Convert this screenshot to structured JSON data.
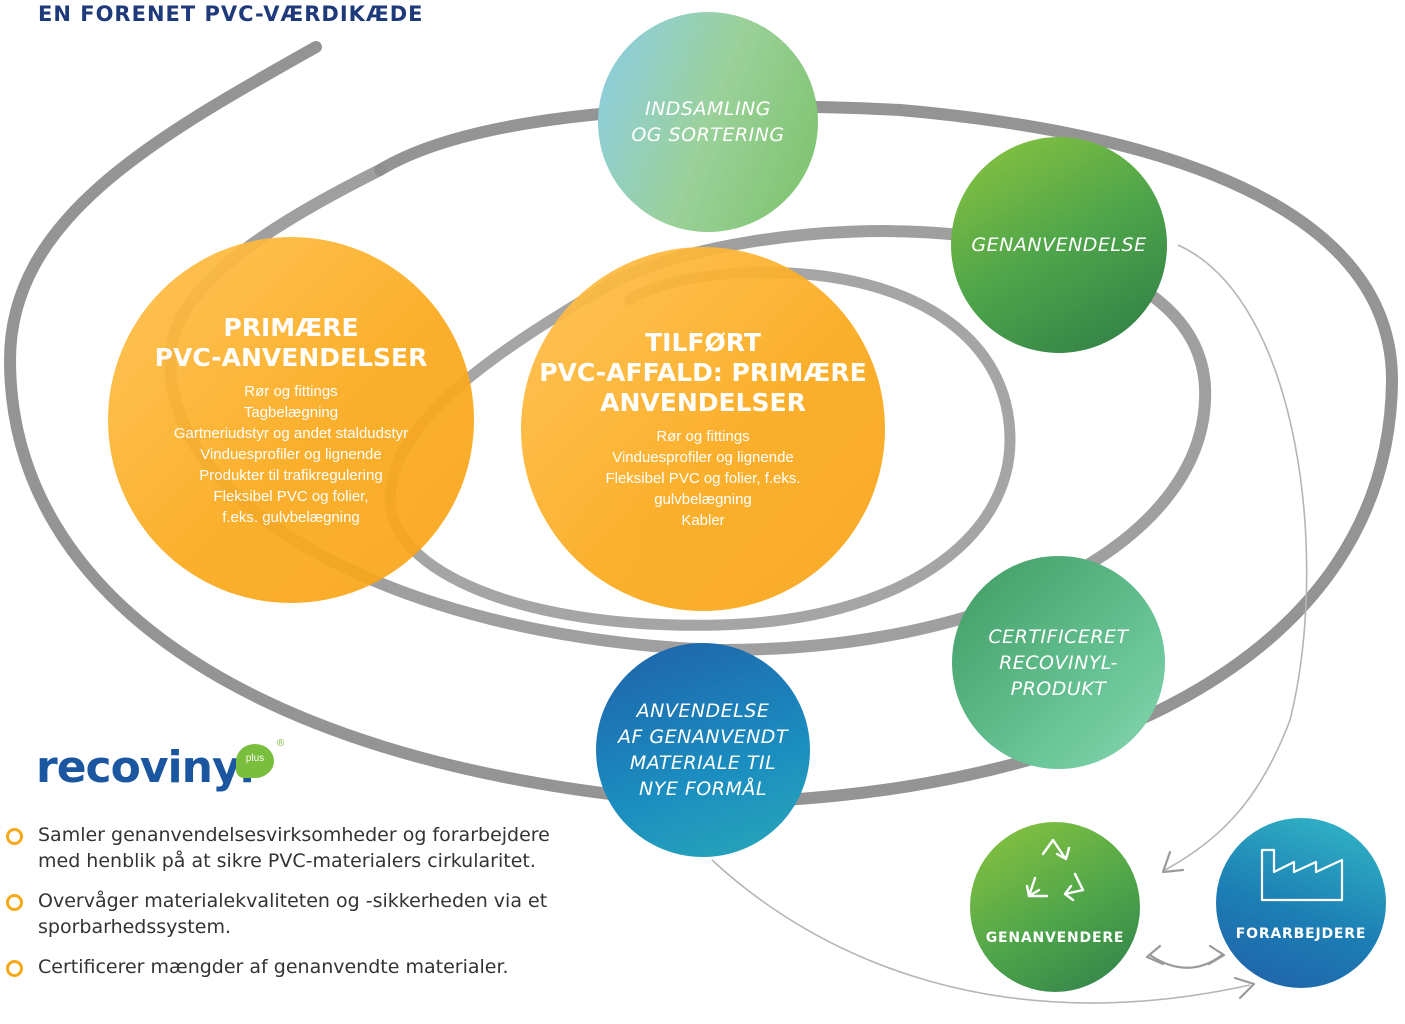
{
  "title": "EN FORENET PVC-VÆRDIKÆDE",
  "colors": {
    "title": "#1f3a7a",
    "orange": "#fbab1e",
    "green": "#4fa54a",
    "blue": "#1f61a9",
    "spiral": "#8e8e8e",
    "bullet": "#f6a81b"
  },
  "circles": {
    "primary": {
      "heading": "PRIMÆRE\nPVC-ANVENDELSER",
      "items": [
        "Rør og fittings",
        "Tagbelægning",
        "Gartneriudstyr og andet staldudstyr",
        "Vinduesprofiler og lignende",
        "Produkter til trafikregulering",
        "Fleksibel PVC og folier,\nf.eks. gulvbelægning"
      ]
    },
    "added": {
      "heading": "TILFØRT\nPVC-AFFALD: PRIMÆRE\nANVENDELSER",
      "items": [
        "Rør og fittings",
        "Vinduesprofiler og lignende",
        "Fleksibel PVC og folier, f.eks.\ngulvbelægning",
        "Kabler"
      ]
    },
    "collection": "INDSAMLING\nOG SORTERING",
    "recycling": "GENANVENDELSE",
    "certified": "CERTIFICERET\nRECOVINYL-\nPRODUKT",
    "use": "ANVENDELSE\nAF GENANVENDT\nMATERIALE TIL\nNYE FORMÅL",
    "recyclers": {
      "label": "GENANVENDERE",
      "icon": "recycle-icon"
    },
    "converters": {
      "label": "FORARBEJDERE",
      "icon": "factory-icon"
    }
  },
  "logo": {
    "text": "recovinyl",
    "badge": "plus",
    "mark": "®"
  },
  "bullets": [
    "Samler genanvendelsesvirksomheder og forarbejdere med henblik på at sikre PVC-materialers cirkularitet.",
    "Overvåger materialekvaliteten og -sikkerheden via et sporbarhedssystem.",
    "Certificerer mængder af genanvendte materialer."
  ]
}
